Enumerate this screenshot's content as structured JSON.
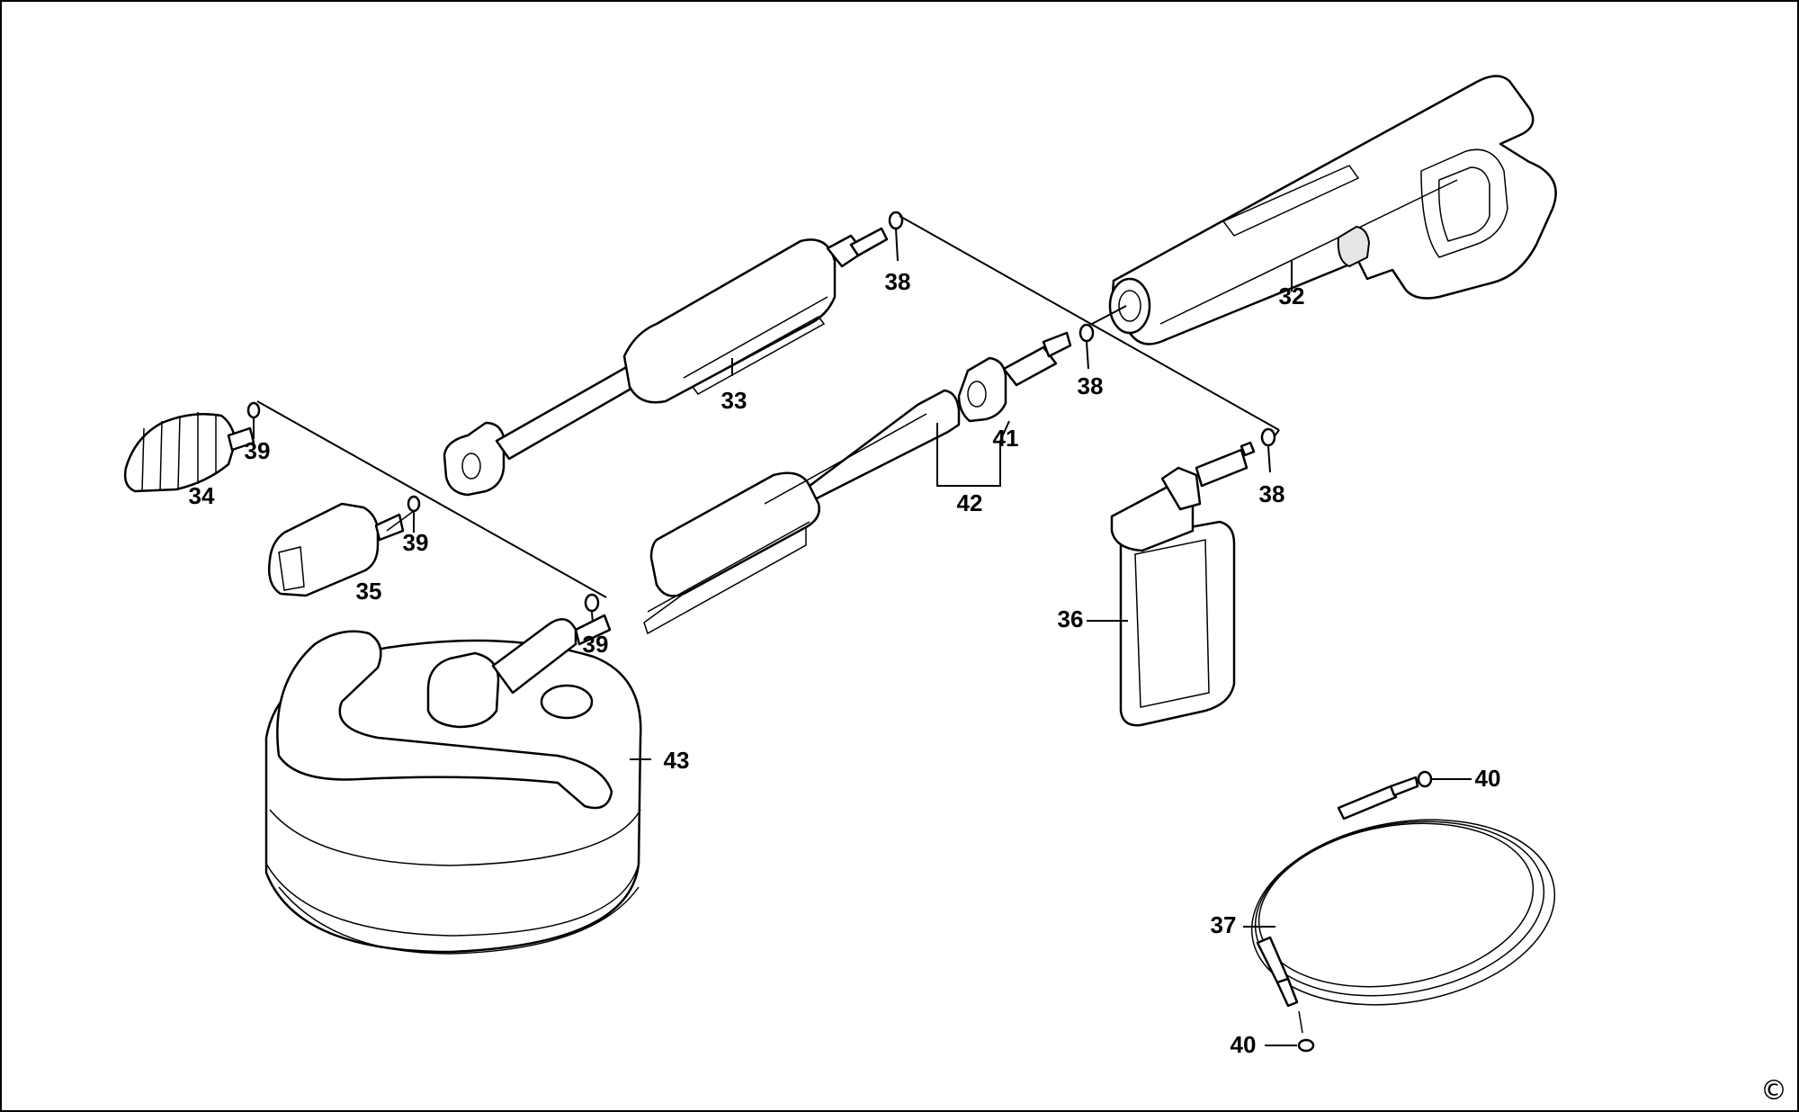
{
  "diagram": {
    "labels": {
      "p32": "32",
      "p33": "33",
      "p34": "34",
      "p35": "35",
      "p36": "36",
      "p37": "37",
      "p38a": "38",
      "p38b": "38",
      "p38c": "38",
      "p39a": "39",
      "p39b": "39",
      "p39c": "39",
      "p40a": "40",
      "p40b": "40",
      "p41": "41",
      "p42": "42",
      "p43": "43"
    },
    "copyright": "©"
  }
}
